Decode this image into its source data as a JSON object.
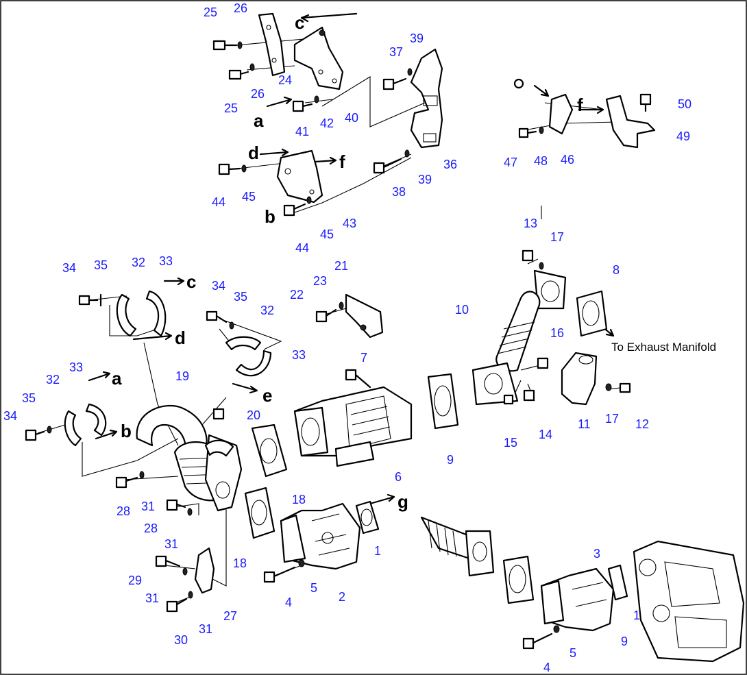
{
  "note": "To Exhaust Manifold",
  "colors": {
    "callout": "#1a1aff",
    "line": "#000000",
    "background": "#ffffff"
  },
  "letters": [
    "c",
    "a",
    "d",
    "f",
    "b",
    "c",
    "d",
    "e",
    "a",
    "b",
    "f",
    "g"
  ],
  "callouts": [
    "25",
    "26",
    "24",
    "26",
    "25",
    "37",
    "39",
    "41",
    "42",
    "40",
    "36",
    "38",
    "39",
    "44",
    "45",
    "43",
    "44",
    "45",
    "50",
    "47",
    "48",
    "46",
    "49",
    "34",
    "35",
    "32",
    "33",
    "32",
    "34",
    "35",
    "33",
    "22",
    "23",
    "21",
    "13",
    "17",
    "8",
    "10",
    "16",
    "33",
    "35",
    "32",
    "34",
    "19",
    "20",
    "7",
    "9",
    "11",
    "17",
    "12",
    "15",
    "14",
    "6",
    "28",
    "31",
    "28",
    "31",
    "18",
    "18",
    "1",
    "2",
    "4",
    "5",
    "29",
    "31",
    "27",
    "30",
    "31",
    "3",
    "1",
    "9",
    "4",
    "5"
  ]
}
